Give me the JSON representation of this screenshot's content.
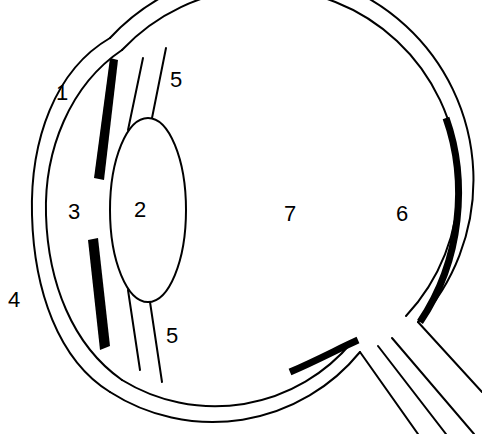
{
  "diagram": {
    "labels": [
      "1",
      "5",
      "3",
      "2",
      "7",
      "6",
      "4",
      "5"
    ]
  }
}
